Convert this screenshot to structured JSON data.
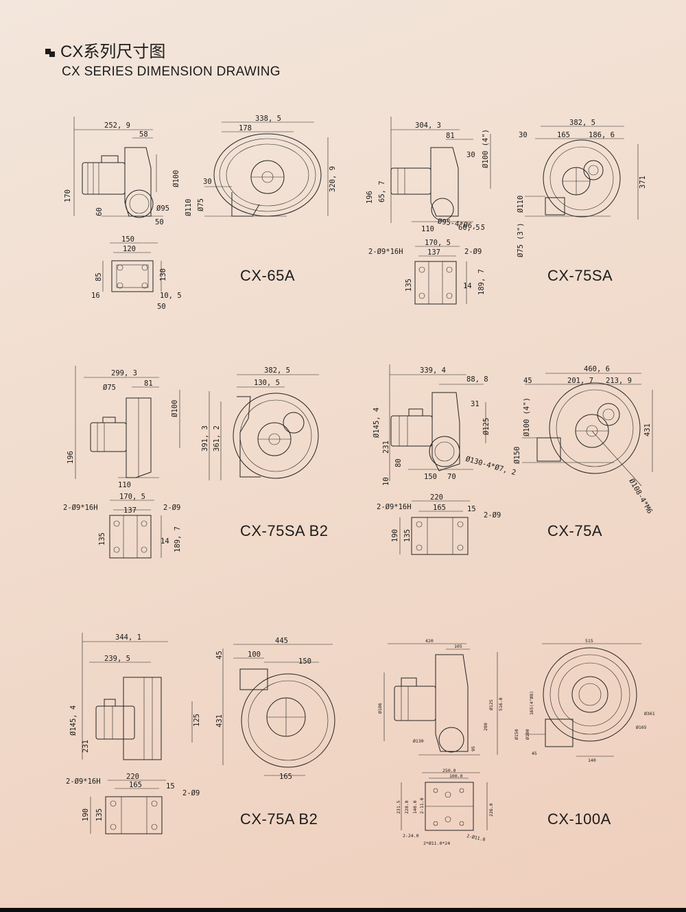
{
  "header": {
    "title_cn": "CX系列尺寸图",
    "title_en": "CX SERIES DIMENSION DRAWING"
  },
  "models": [
    {
      "name": "CX-65A",
      "side_view": [
        "252, 9",
        "58",
        "170",
        "60",
        "Ø95",
        "50",
        "Ø100"
      ],
      "front_view": [
        "338, 5",
        "178",
        "30",
        "Ø75",
        "Ø110",
        "320, 9"
      ],
      "base_view": [
        "150",
        "120",
        "85",
        "130",
        "16",
        "10, 5",
        "50"
      ]
    },
    {
      "name": "CX-75SA",
      "side_view": [
        "304, 3",
        "81",
        "30",
        "Ø100 (4\")",
        "196",
        "65, 7",
        "Ø95-4*Ø6, 5",
        "110",
        "60, 5"
      ],
      "front_view": [
        "383",
        "30",
        "165",
        "186, 6",
        "371",
        "Ø110",
        "Ø75 (3\")"
      ],
      "base_view": [
        "170, 5",
        "2-Ø9*16H",
        "137",
        "2-Ø9",
        "135",
        "14",
        "189, 7"
      ]
    },
    {
      "name": "CX-75SA B2",
      "side_view": [
        "299, 3",
        "81",
        "Ø75",
        "Ø100",
        "196",
        "110"
      ],
      "front_view": [
        "382, 5",
        "130, 5",
        "391, 3",
        "361, 2"
      ],
      "base_view": [
        "170, 5",
        "2-Ø9*16H",
        "137",
        "2-Ø9",
        "135",
        "14",
        "189, 7"
      ]
    },
    {
      "name": "CX-75A",
      "side_view": [
        "339, 4",
        "88, 8",
        "31",
        "Ø145, 4",
        "Ø125",
        "231",
        "80",
        "10",
        "150",
        "70",
        "Ø130-4*Ø7, 2"
      ],
      "front_view": [
        "460, 6",
        "45",
        "201, 7",
        "213, 9",
        "Ø100 (4\")",
        "Ø150",
        "431",
        "Ø108-4*M6"
      ],
      "base_view": [
        "220",
        "2-Ø9*16H",
        "165",
        "15",
        "2-Ø9",
        "190",
        "135"
      ]
    },
    {
      "name": "CX-75A B2",
      "side_view": [
        "344, 1",
        "239, 5",
        "Ø145, 4",
        "231",
        "125"
      ],
      "front_view": [
        "445",
        "45",
        "100",
        "150",
        "431",
        "165"
      ],
      "base_view": [
        "220",
        "2-Ø9*16H",
        "165",
        "15",
        "2-Ø9",
        "190",
        "135"
      ]
    },
    {
      "name": "CX-100A",
      "side_view": [
        "420",
        "105",
        "Ø186",
        "Ø125",
        "516.0",
        "280",
        "95",
        "Ø130"
      ],
      "front_view": [
        "515",
        "165(4\"Ø8)",
        "Ø361",
        "Ø165",
        "Ø150",
        "Ø100",
        "45",
        "140"
      ],
      "base_view": [
        "250.0",
        "100.0",
        "231.5",
        "228.0",
        "140.0",
        "2-11.0",
        "226.0",
        "2-24.0",
        "2*Ø11.0*24",
        "2-Ø11.0"
      ]
    }
  ]
}
